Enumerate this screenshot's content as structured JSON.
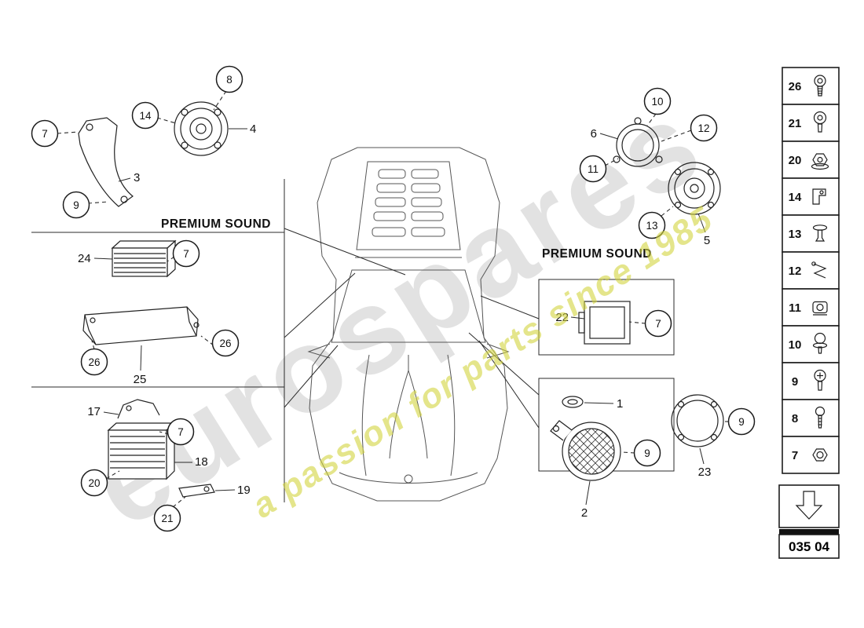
{
  "watermark": {
    "brand": "eurospares",
    "tagline": "a passion for parts since 1985"
  },
  "headings": {
    "premium_sound_left": "PREMIUM SOUND",
    "premium_sound_right": "PREMIUM SOUND"
  },
  "footer": {
    "page_code": "035 04"
  },
  "legend": [
    {
      "number": "26",
      "icon": "pan-screw"
    },
    {
      "number": "21",
      "icon": "torx-screw"
    },
    {
      "number": "20",
      "icon": "flange-nut"
    },
    {
      "number": "14",
      "icon": "clip"
    },
    {
      "number": "13",
      "icon": "rivet"
    },
    {
      "number": "12",
      "icon": "spring-clip"
    },
    {
      "number": "11",
      "icon": "speed-nut"
    },
    {
      "number": "10",
      "icon": "washer-screw"
    },
    {
      "number": "9",
      "icon": "bolt"
    },
    {
      "number": "8",
      "icon": "long-screw"
    },
    {
      "number": "7",
      "icon": "hex-nut"
    }
  ],
  "callouts": {
    "circled": [
      "7",
      "14",
      "8",
      "9",
      "7",
      "26",
      "26",
      "7",
      "20",
      "21",
      "10",
      "12",
      "11",
      "13",
      "7",
      "9",
      "9"
    ],
    "plain": [
      "4",
      "3",
      "24",
      "25",
      "17",
      "18",
      "19",
      "6",
      "5",
      "22",
      "1",
      "2",
      "23"
    ]
  },
  "colors": {
    "line": "#2b2b2b",
    "car_line": "#555555",
    "watermark_gray": "#bbbbbb",
    "watermark_yellow": "#d2d43e"
  }
}
